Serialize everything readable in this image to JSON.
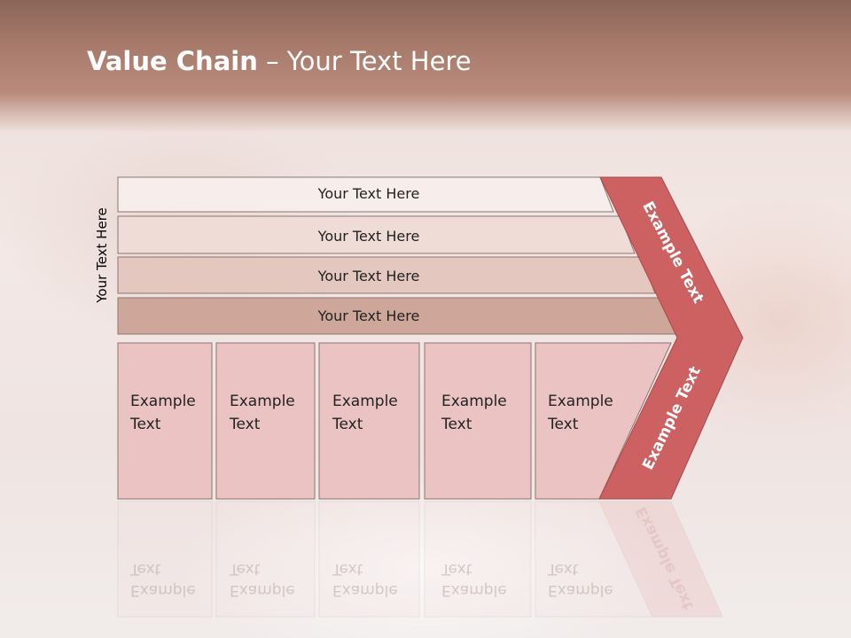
{
  "slide": {
    "title_bold": "Value Chain",
    "title_rest": " – Your Text Here",
    "vertical_label": "Your Text Here"
  },
  "bars": [
    {
      "label": "Your Text Here",
      "fill": "#f7eeec"
    },
    {
      "label": "Your Text Here",
      "fill": "#efdcd6"
    },
    {
      "label": "Your Text Here",
      "fill": "#e4c7bf"
    },
    {
      "label": "Your Text Here",
      "fill": "#cfa79a"
    }
  ],
  "columns": [
    {
      "line1": "Example",
      "line2": "Text"
    },
    {
      "line1": "Example",
      "line2": "Text"
    },
    {
      "line1": "Example",
      "line2": "Text"
    },
    {
      "line1": "Example",
      "line2": "Text"
    },
    {
      "line1": "Example",
      "line2": "Text"
    }
  ],
  "arrow": {
    "upper_label": "Example Text",
    "lower_label": "Example Text",
    "color": "#cd6060"
  },
  "colors": {
    "column_fill": "#ebc3c3",
    "border": "#8c7570"
  }
}
